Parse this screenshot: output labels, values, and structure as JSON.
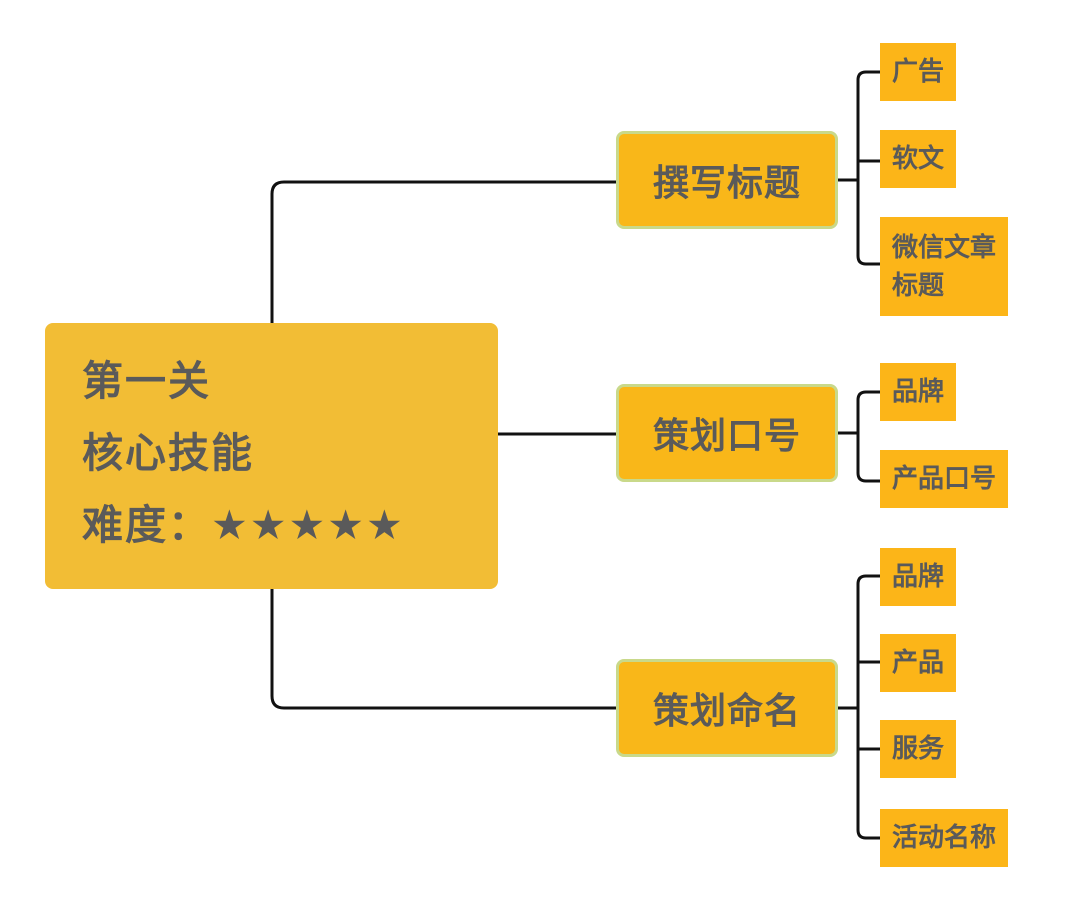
{
  "root": {
    "line1": "第一关",
    "line2": "核心技能",
    "line3": "难度：★★★★★"
  },
  "branches": [
    {
      "label": "撰写标题",
      "leaves": [
        {
          "label": "广告"
        },
        {
          "label": "软文"
        },
        {
          "line1": "微信文章",
          "line2": "标题"
        }
      ]
    },
    {
      "label": "策划口号",
      "leaves": [
        {
          "label": "品牌"
        },
        {
          "label": "产品口号"
        }
      ]
    },
    {
      "label": "策划命名",
      "leaves": [
        {
          "label": "品牌"
        },
        {
          "label": "产品"
        },
        {
          "label": "服务"
        },
        {
          "label": "活动名称"
        }
      ]
    }
  ]
}
